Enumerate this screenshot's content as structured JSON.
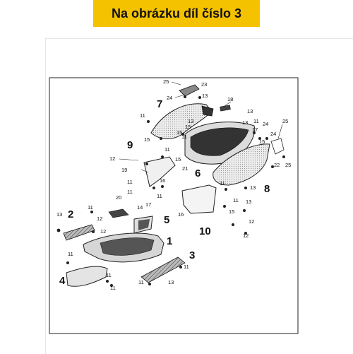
{
  "banner": {
    "text": "Na obrázku díl číslo 3",
    "color": "#f5c200"
  },
  "big_labels": [
    {
      "n": "1"
    },
    {
      "n": "2"
    },
    {
      "n": "3"
    },
    {
      "n": "4"
    },
    {
      "n": "5"
    },
    {
      "n": "6"
    },
    {
      "n": "7"
    },
    {
      "n": "8"
    },
    {
      "n": "9"
    },
    {
      "n": "10"
    }
  ],
  "small_labels": [
    {
      "n": "25"
    },
    {
      "n": "23"
    },
    {
      "n": "24"
    },
    {
      "n": "13"
    },
    {
      "n": "18"
    },
    {
      "n": "13"
    },
    {
      "n": "11"
    },
    {
      "n": "13"
    },
    {
      "n": "15"
    },
    {
      "n": "11"
    },
    {
      "n": "15"
    },
    {
      "n": "13"
    },
    {
      "n": "15"
    },
    {
      "n": "11"
    },
    {
      "n": "17"
    },
    {
      "n": "25"
    },
    {
      "n": "24"
    },
    {
      "n": "24"
    },
    {
      "n": "15"
    },
    {
      "n": "11"
    },
    {
      "n": "12"
    },
    {
      "n": "15"
    },
    {
      "n": "21"
    },
    {
      "n": "19"
    },
    {
      "n": "22"
    },
    {
      "n": "25"
    },
    {
      "n": "16"
    },
    {
      "n": "11"
    },
    {
      "n": "11"
    },
    {
      "n": "13"
    },
    {
      "n": "11"
    },
    {
      "n": "11"
    },
    {
      "n": "20"
    },
    {
      "n": "14"
    },
    {
      "n": "11"
    },
    {
      "n": "17"
    },
    {
      "n": "11"
    },
    {
      "n": "13"
    },
    {
      "n": "13"
    },
    {
      "n": "12"
    },
    {
      "n": "15"
    },
    {
      "n": "16"
    },
    {
      "n": "12"
    },
    {
      "n": "12"
    },
    {
      "n": "12"
    },
    {
      "n": "11"
    },
    {
      "n": "11"
    },
    {
      "n": "11"
    },
    {
      "n": "11"
    },
    {
      "n": "13"
    },
    {
      "n": "11"
    }
  ]
}
